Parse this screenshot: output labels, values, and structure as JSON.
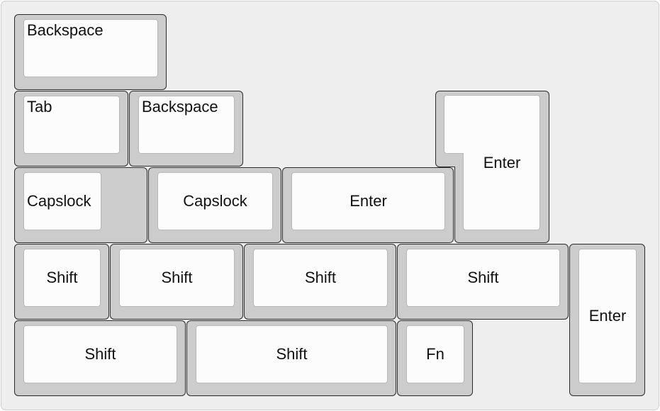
{
  "keyboard": {
    "keys": [
      {
        "id": "backspace-1",
        "label": "Backspace",
        "name": "backspace-key"
      },
      {
        "id": "tab",
        "label": "Tab",
        "name": "tab-key"
      },
      {
        "id": "backspace-2",
        "label": "Backspace",
        "name": "backspace-key-2"
      },
      {
        "id": "enter-iso",
        "label": "Enter",
        "name": "enter-key-iso"
      },
      {
        "id": "capslock-stepped",
        "label": "Capslock",
        "name": "capslock-key-stepped"
      },
      {
        "id": "capslock",
        "label": "Capslock",
        "name": "capslock-key"
      },
      {
        "id": "enter-wide",
        "label": "Enter",
        "name": "enter-key-wide"
      },
      {
        "id": "shift-1",
        "label": "Shift",
        "name": "shift-key-1"
      },
      {
        "id": "shift-2",
        "label": "Shift",
        "name": "shift-key-2"
      },
      {
        "id": "shift-3",
        "label": "Shift",
        "name": "shift-key-3"
      },
      {
        "id": "shift-4",
        "label": "Shift",
        "name": "shift-key-4"
      },
      {
        "id": "enter-tall",
        "label": "Enter",
        "name": "enter-key-tall"
      },
      {
        "id": "shift-5",
        "label": "Shift",
        "name": "shift-key-5"
      },
      {
        "id": "shift-6",
        "label": "Shift",
        "name": "shift-key-6"
      },
      {
        "id": "fn",
        "label": "Fn",
        "name": "fn-key"
      }
    ]
  }
}
